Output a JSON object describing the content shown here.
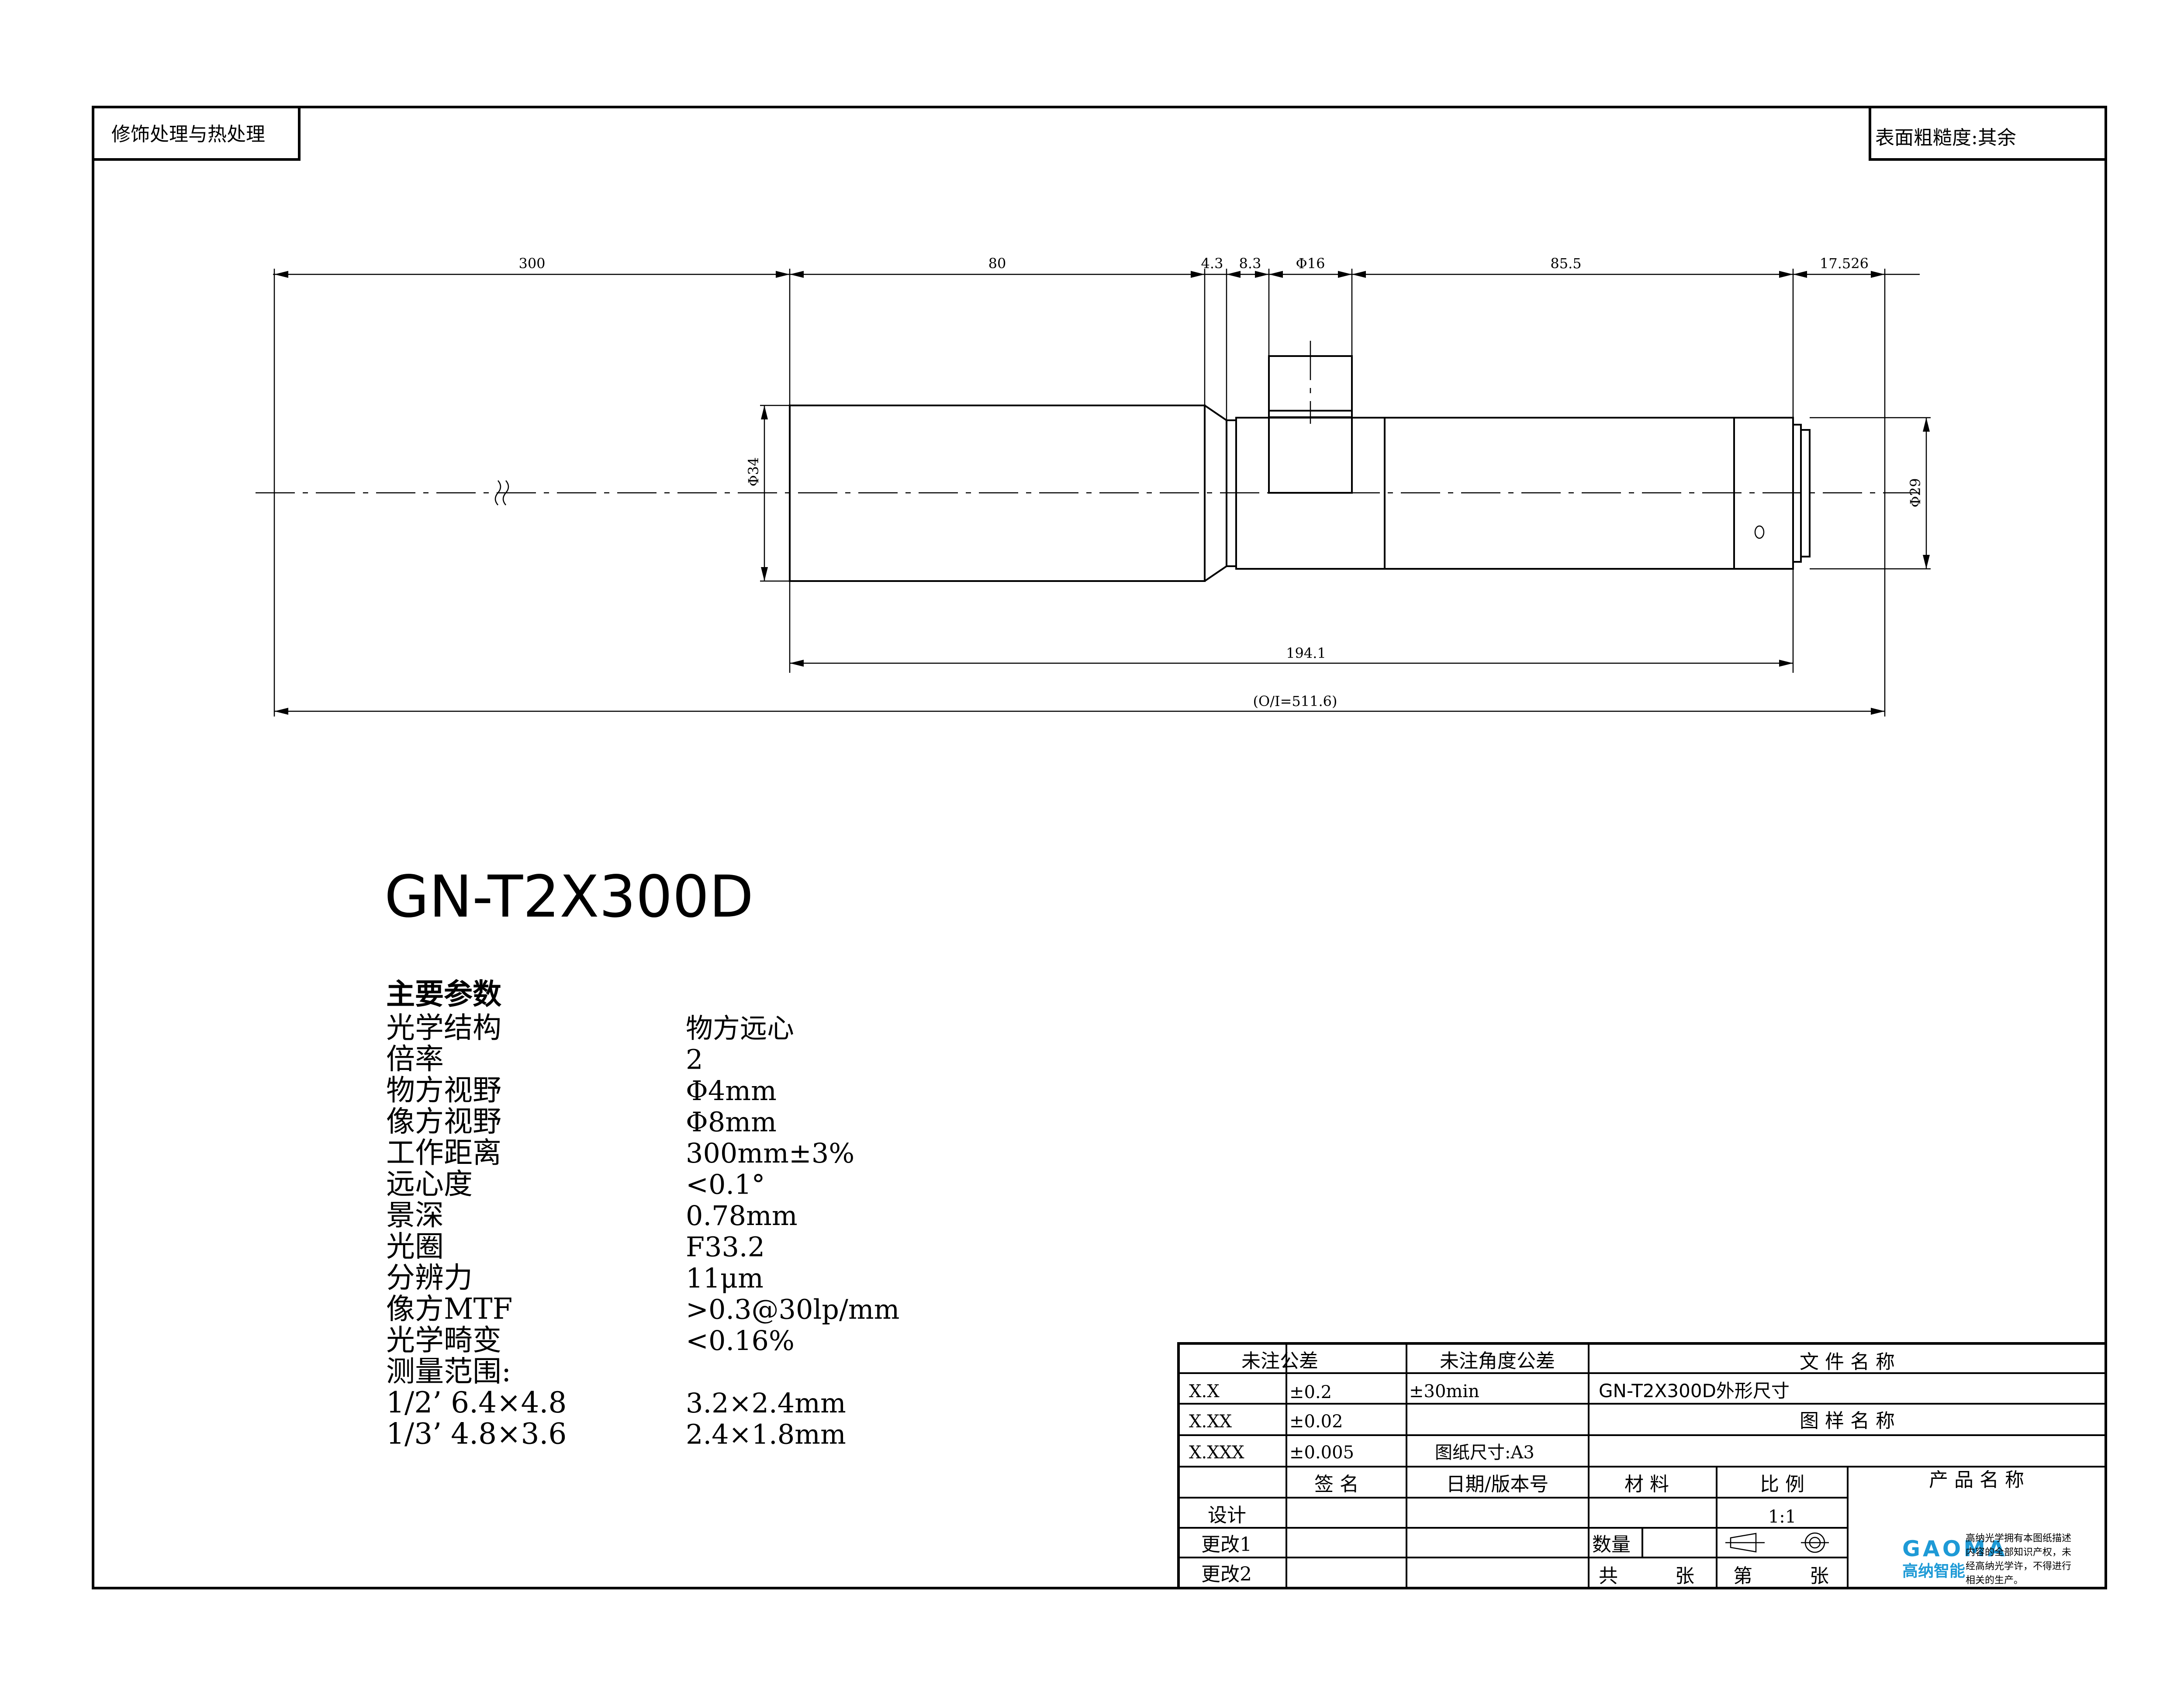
{
  "frame": {
    "corner_left": "修饰处理与热处理",
    "corner_right": "表面粗糙度:其余"
  },
  "dimensions": {
    "d300": "300",
    "d80": "80",
    "d4_3": "4.3",
    "d8_3": "8.3",
    "d_phi16": "Φ16",
    "d85_5": "85.5",
    "d17_526": "17.526",
    "d_phi34": "Φ34",
    "d_phi29": "Φ29",
    "d194_1": "194.1",
    "d_total": "(O/I=511.6)"
  },
  "model": {
    "name": "GN-T2X300D"
  },
  "params": {
    "heading": "主要参数",
    "rows": [
      {
        "label": "光学结构",
        "value": "物方远心"
      },
      {
        "label": "倍率",
        "value": "2"
      },
      {
        "label": "物方视野",
        "value": "Φ4mm"
      },
      {
        "label": "像方视野",
        "value": "Φ8mm"
      },
      {
        "label": "工作距离",
        "value": "300mm±3%"
      },
      {
        "label": "远心度",
        "value": "<0.1°"
      },
      {
        "label": "景深",
        "value": "0.78mm"
      },
      {
        "label": "光圈",
        "value": "F33.2"
      },
      {
        "label": "分辨力",
        "value": "11μm"
      },
      {
        "label": "像方MTF",
        "value": ">0.3@30lp/mm"
      },
      {
        "label": "光学畸变",
        "value": "<0.16%"
      },
      {
        "label": "测量范围:",
        "value": ""
      },
      {
        "label": "1/2’ 6.4×4.8",
        "value": "3.2×2.4mm"
      },
      {
        "label": "1/3’ 4.8×3.6",
        "value": "2.4×1.8mm"
      }
    ]
  },
  "title_block": {
    "tol_header": "未注公差",
    "angle_header": "未注角度公差",
    "file_name_header": "文 件 名 称",
    "file_name": "GN-T2X300D外形尺寸",
    "row_xx_label": "X.X",
    "row_xx_value": "±0.2",
    "angle_value": "±30min",
    "row_xxx_label": "X.XX",
    "row_xxx_value": "±0.02",
    "drawing_name_header": "图 样 名 称",
    "row_xxxx_label": "X.XXX",
    "row_xxxx_value": "±0.005",
    "paper_size": "图纸尺寸:A3",
    "sign_header": "签 名",
    "date_header": "日期/版本号",
    "material_header": "材 料",
    "scale_header": "比 例",
    "product_name_header": "产 品 名 称",
    "design": "设计",
    "scale_value": "1:1",
    "change1": "更改1",
    "quantity": "数量",
    "change2": "更改2",
    "total": "共",
    "sheet": "张",
    "page_no": "第",
    "sheet2": "张",
    "logo_text": "GAOMA",
    "logo_cn": "高纳智能",
    "notice": [
      "高纳光学拥有本图纸描述",
      "内容的全部知识产权，未",
      "经高纳光学许，不得进行",
      "相关的生产。"
    ]
  },
  "colors": {
    "line": "#000000",
    "logo": "#1e9ad6"
  }
}
